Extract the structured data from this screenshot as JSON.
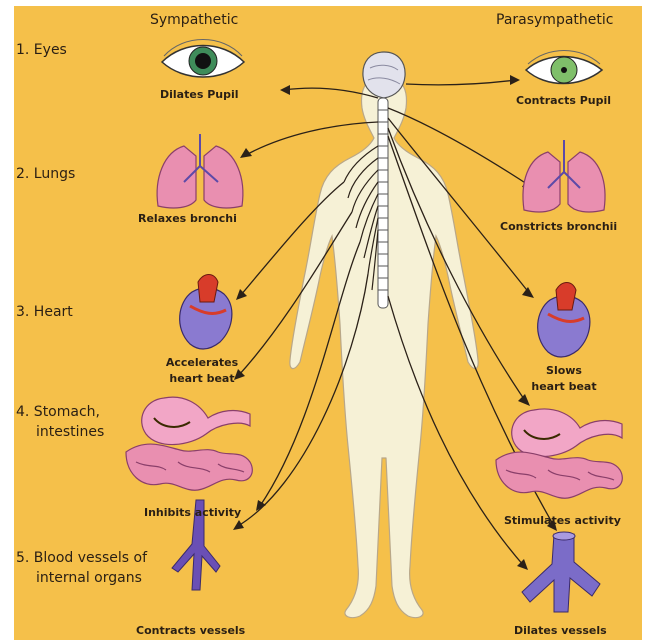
{
  "headers": {
    "sympathetic": "Sympathetic",
    "parasympathetic": "Parasympathetic"
  },
  "organs": [
    "1. Eyes",
    "2. Lungs",
    "3. Heart",
    "4. Stomach, intestines",
    "5. Blood vessels of internal organs"
  ],
  "organ_lines": {
    "stomach_1": "4. Stomach,",
    "stomach_2": "intestines",
    "vessels_1": "5. Blood vessels of",
    "vessels_2": "internal organs"
  },
  "sympathetic_effects": {
    "eyes": "Dilates Pupil",
    "lungs": "Relaxes bronchi",
    "heart_1": "Accelerates",
    "heart_2": "heart beat",
    "stomach": "Inhibits activity",
    "vessels": "Contracts vessels"
  },
  "parasympathetic_effects": {
    "eyes": "Contracts Pupil",
    "lungs": "Constricts bronchii",
    "heart_1": "Slows",
    "heart_2": "heart beat",
    "stomach": "Stimulates activity",
    "vessels": "Dilates vessels"
  },
  "colors": {
    "background": "#f5c04a",
    "body": "#f6f1d6",
    "nerve": "#2b2118",
    "organ_pink": "#e98fb0",
    "organ_purple": "#7b6cc8",
    "heart_red": "#d83c2a",
    "vessel_purple": "#6a4fb5",
    "iris_green": "#3f8c5a"
  }
}
